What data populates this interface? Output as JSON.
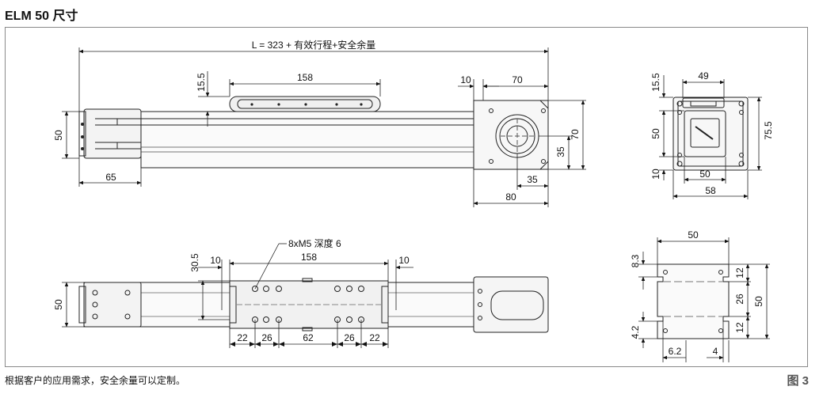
{
  "title": "ELM 50 尺寸",
  "footnote": "根据客户的应用需求，安全余量可以定制。",
  "figure_label": "图 3",
  "dims_top": {
    "length_formula": "L = 323 + 有效行程+安全余量",
    "d158": "158",
    "d15_5": "15.5",
    "d50": "50",
    "d65": "65",
    "d10": "10",
    "d70_h": "70",
    "d70_v": "70",
    "d35_v": "35",
    "d35_h": "35",
    "d80": "80"
  },
  "dims_end": {
    "d49": "49",
    "d15_5": "15.5",
    "d50_v": "50",
    "d75_5": "75.5",
    "d10": "10",
    "d50_h": "50",
    "d58": "58"
  },
  "dims_bottom": {
    "callout": "8xM5 深度 6",
    "d30_5": "30.5",
    "d10_left": "10",
    "d158": "158",
    "d10_right": "10",
    "d50": "50",
    "d22_left": "22",
    "d26_left": "26",
    "d62": "62",
    "d26_right": "26",
    "d22_right": "22"
  },
  "dims_section": {
    "d50_top": "50",
    "d8_3": "8.3",
    "d12_top": "12",
    "d26": "26",
    "d50_right": "50",
    "d12_bottom": "12",
    "d4_2": "4.2",
    "d6_2": "6.2",
    "d4": "4"
  }
}
